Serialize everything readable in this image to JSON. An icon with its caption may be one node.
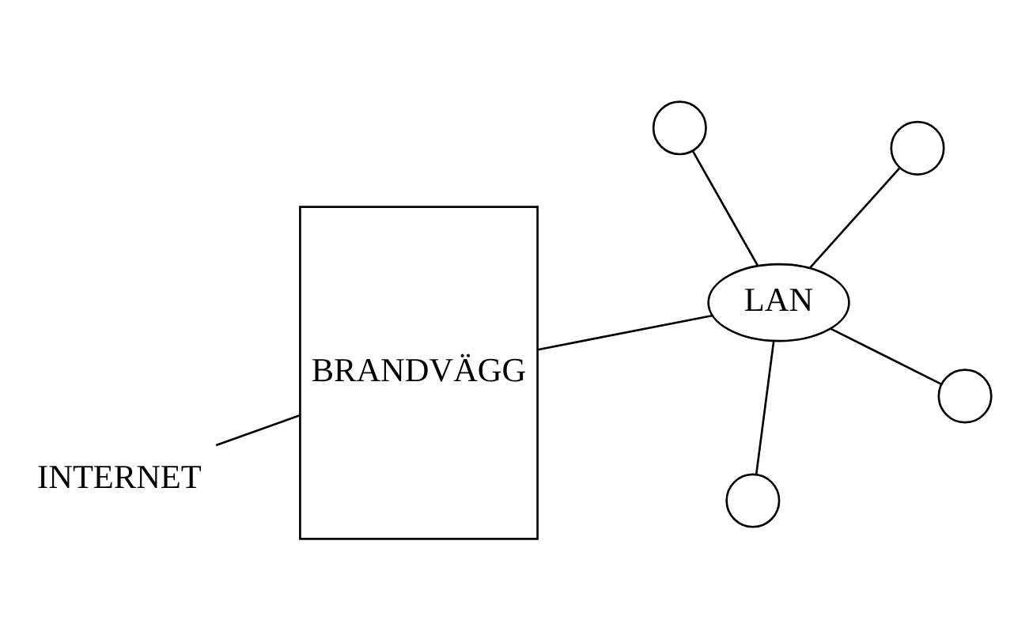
{
  "diagram": {
    "nodes": [
      {
        "text": [
          "LAN"
        ]
      },
      {
        "text": [],
        "shape": "circle"
      },
      {
        "text": [],
        "shape": "circle"
      },
      {
        "text": [],
        "shape": "circle"
      },
      {
        "text": [],
        "shape": "circle"
      },
      {
        "text": [
          "BRANDVÄGG"
        ]
      },
      {
        "text": [
          "INTERNET"
        ]
      }
    ],
    "edges": [
      {
        "from": 0,
        "to": 1,
        "arrow": "none"
      },
      {
        "from": 0,
        "to": 2,
        "arrow": "none"
      },
      {
        "from": 0,
        "to": 3,
        "arrow": "none"
      },
      {
        "from": 0,
        "to": 4,
        "arrow": "none"
      },
      {
        "from": 0,
        "to": 5,
        "arrow": "none"
      },
      {
        "from": 5,
        "to": 6,
        "arrow": "none"
      }
    ]
  }
}
